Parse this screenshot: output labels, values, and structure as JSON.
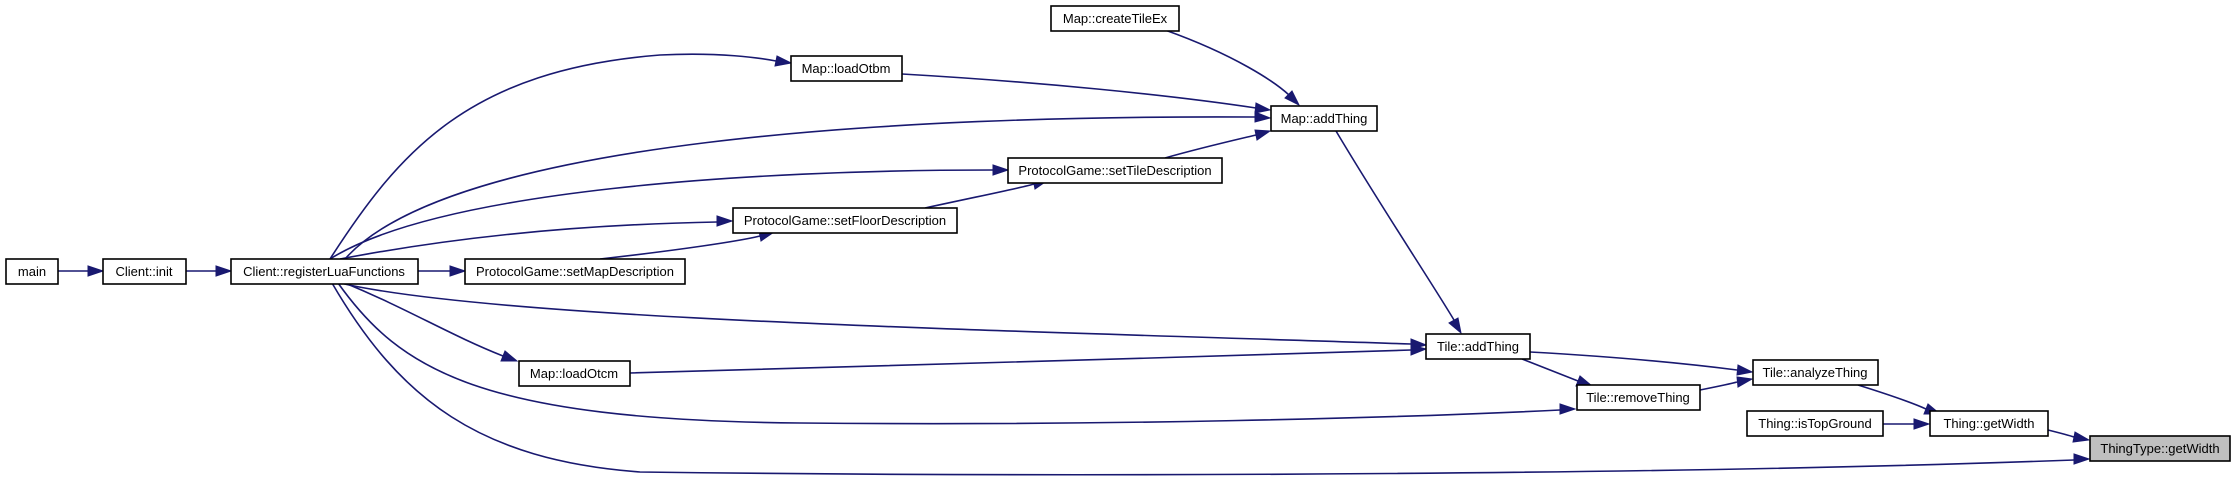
{
  "nodes": [
    {
      "id": "main",
      "label": "main"
    },
    {
      "id": "client_init",
      "label": "Client::init"
    },
    {
      "id": "register",
      "label": "Client::registerLuaFunctions"
    },
    {
      "id": "setmap",
      "label": "ProtocolGame::setMapDescription"
    },
    {
      "id": "setfloor",
      "label": "ProtocolGame::setFloorDescription"
    },
    {
      "id": "settile",
      "label": "ProtocolGame::setTileDescription"
    },
    {
      "id": "loadotbm",
      "label": "Map::loadOtbm"
    },
    {
      "id": "createtile",
      "label": "Map::createTileEx"
    },
    {
      "id": "addthing_map",
      "label": "Map::addThing"
    },
    {
      "id": "loadotcm",
      "label": "Map::loadOtcm"
    },
    {
      "id": "tile_add",
      "label": "Tile::addThing"
    },
    {
      "id": "tile_remove",
      "label": "Tile::removeThing"
    },
    {
      "id": "tile_analyze",
      "label": "Tile::analyzeThing"
    },
    {
      "id": "istop",
      "label": "Thing::isTopGround"
    },
    {
      "id": "thing_width",
      "label": "Thing::getWidth"
    },
    {
      "id": "thingtype_width",
      "label": "ThingType::getWidth"
    }
  ],
  "edges": [
    {
      "from": "main",
      "to": "client_init"
    },
    {
      "from": "client_init",
      "to": "register"
    },
    {
      "from": "register",
      "to": "setmap"
    },
    {
      "from": "register",
      "to": "setfloor"
    },
    {
      "from": "register",
      "to": "settile"
    },
    {
      "from": "register",
      "to": "loadotbm"
    },
    {
      "from": "register",
      "to": "addthing_map"
    },
    {
      "from": "register",
      "to": "tile_add"
    },
    {
      "from": "register",
      "to": "loadotcm"
    },
    {
      "from": "register",
      "to": "tile_remove"
    },
    {
      "from": "register",
      "to": "thingtype_width"
    },
    {
      "from": "setmap",
      "to": "setfloor"
    },
    {
      "from": "setfloor",
      "to": "settile"
    },
    {
      "from": "settile",
      "to": "addthing_map"
    },
    {
      "from": "loadotbm",
      "to": "addthing_map"
    },
    {
      "from": "createtile",
      "to": "addthing_map"
    },
    {
      "from": "addthing_map",
      "to": "tile_add"
    },
    {
      "from": "loadotcm",
      "to": "tile_add"
    },
    {
      "from": "tile_add",
      "to": "tile_remove"
    },
    {
      "from": "tile_add",
      "to": "tile_analyze"
    },
    {
      "from": "tile_remove",
      "to": "tile_analyze"
    },
    {
      "from": "tile_analyze",
      "to": "thing_width"
    },
    {
      "from": "istop",
      "to": "thing_width"
    },
    {
      "from": "thing_width",
      "to": "thingtype_width"
    }
  ],
  "colors": {
    "edge": "#191970",
    "highlight_fill": "#bfbfbf",
    "node_border": "#000000"
  },
  "highlighted_node": "thingtype_width"
}
